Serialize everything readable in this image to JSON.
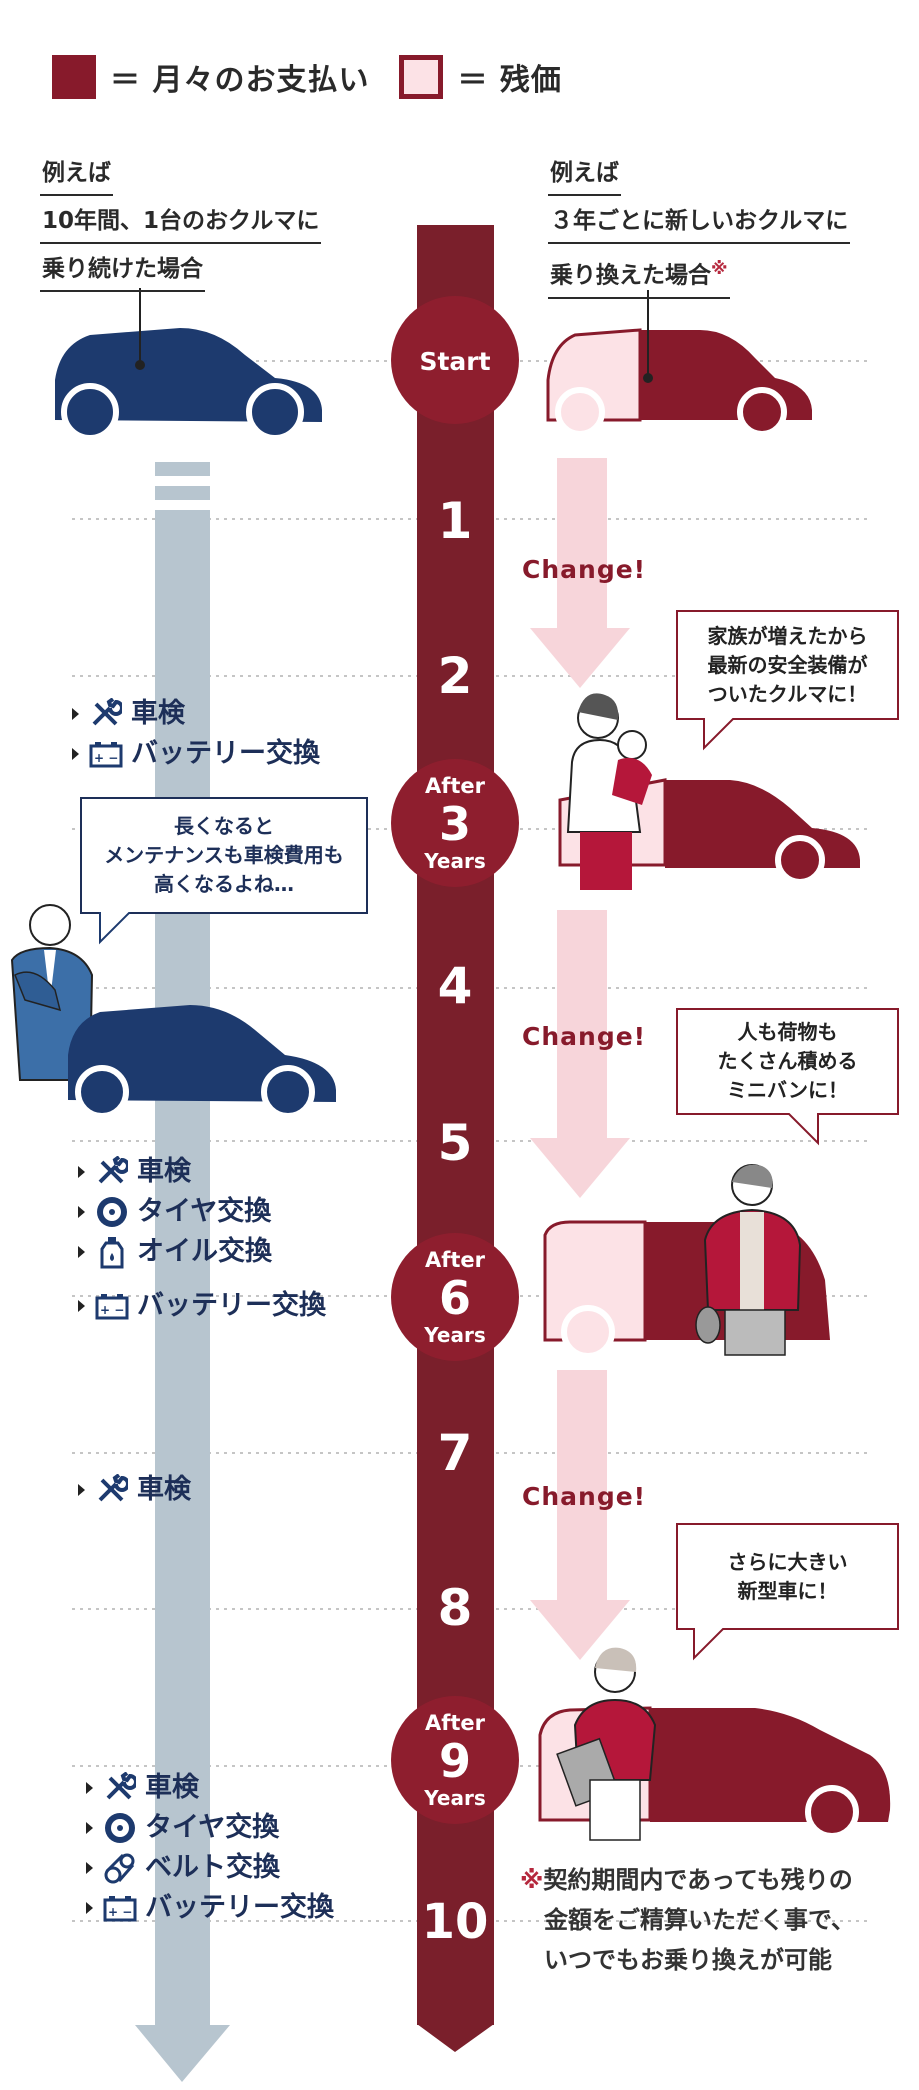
{
  "legend": {
    "monthly_payment": "＝ 月々のお支払い",
    "residual_value": "＝ 残価"
  },
  "left_heading": {
    "line1": "例えば",
    "line2": "10年間、1台のおクルマに",
    "line3": "乗り続けた場合"
  },
  "right_heading": {
    "line1": "例えば",
    "line2": "３年ごとに新しいおクルマに",
    "line3": "乗り換えた場合",
    "mark": "※"
  },
  "timeline": {
    "start": "Start",
    "years": [
      "1",
      "2",
      "4",
      "5",
      "7",
      "8",
      "10"
    ],
    "after_prefix": "After",
    "after_suffix": "Years",
    "milestones": [
      "3",
      "6",
      "9"
    ]
  },
  "maintenance": {
    "year2": [
      "車検",
      "バッテリー交換"
    ],
    "year5": [
      "車検",
      "タイヤ交換",
      "オイル交換",
      "バッテリー交換"
    ],
    "year7": [
      "車検"
    ],
    "year9": [
      "車検",
      "タイヤ交換",
      "ベルト交換",
      "バッテリー交換"
    ]
  },
  "bubbles": {
    "left": "長くなると\nメンテナンスも車検費用も\n高くなるよね…",
    "right1": "家族が増えたから\n最新の安全装備が\nついたクルマに！",
    "right2": "人も荷物も\nたくさん積める\nミニバンに！",
    "right3": "さらに大きい\n新型車に！"
  },
  "change_label": "Change!",
  "footnote": {
    "mark": "※",
    "line1": "契約期間内であっても残りの",
    "line2": "金額をご精算いただく事で、",
    "line3": "いつでもお乗り換えが可能"
  },
  "colors": {
    "maroon": "#871a2b",
    "timeline_bar": "#7a1f2b",
    "navy": "#1d3a6e",
    "pink": "#fce2e6",
    "arrow_pink": "#f7d5da",
    "grey_bar": "#b7c5cf"
  }
}
